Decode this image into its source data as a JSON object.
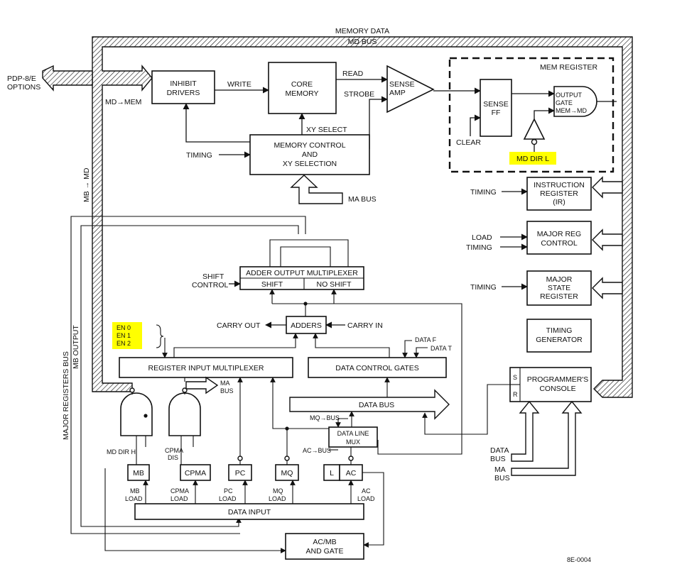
{
  "title": "MEMORY DATA",
  "md_bus": "MD BUS",
  "options": [
    "PDP-8/E",
    "OPTIONS"
  ],
  "inhibit_drivers": [
    "INHIBIT",
    "DRIVERS"
  ],
  "write": "WRITE",
  "core_memory": [
    "CORE",
    "MEMORY"
  ],
  "read": "READ",
  "strobe": "STROBE",
  "sense_amp": [
    "SENSE",
    "AMP"
  ],
  "mem_register": "MEM REGISTER",
  "sense_ff": [
    "SENSE",
    "FF"
  ],
  "clear": "CLEAR",
  "output_gate": [
    "OUTPUT",
    "GATE",
    "MEM→MD"
  ],
  "md_dir_l": "MD DIR L",
  "md_mem": "MD→MEM",
  "xy_select": "XY SELECT",
  "memory_control": [
    "MEMORY CONTROL",
    "AND",
    "XY   SELECTION"
  ],
  "timing": "TIMING",
  "ma_bus": "MA BUS",
  "mb_md": "MB → MD",
  "ir": [
    "INSTRUCTION",
    "REGISTER",
    "(IR)"
  ],
  "load": "LOAD",
  "major_reg_control": [
    "MAJOR REG",
    "CONTROL"
  ],
  "major_state_register": [
    "MAJOR",
    "STATE",
    "REGISTER"
  ],
  "timing_generator": [
    "TIMING",
    "GENERATOR"
  ],
  "programmers_console": [
    "PROGRAMMER'S",
    "CONSOLE"
  ],
  "sr": [
    "S",
    "R"
  ],
  "data_bus_in": [
    "DATA",
    "BUS"
  ],
  "ma_bus_in": [
    "MA",
    "BUS"
  ],
  "major_registers_bus": "MAJOR REGISTERS BUS",
  "mb_output": "MB OUTPUT",
  "shift_control": [
    "SHIFT",
    "CONTROL"
  ],
  "adder_output_mux": "ADDER OUTPUT MULTIPLEXER",
  "shift": "SHIFT",
  "no_shift": "NO SHIFT",
  "carry_out": "CARRY OUT",
  "adders": "ADDERS",
  "carry_in": "CARRY IN",
  "en_lines": [
    "EN 0",
    "EN 1",
    "EN 2"
  ],
  "data_f": "DATA F",
  "data_t": "DATA T",
  "register_input_mux": "REGISTER INPUT MULTIPLEXER",
  "data_control_gates": "DATA CONTROL GATES",
  "ma_bus_out": [
    "MA",
    "BUS"
  ],
  "data_bus": "DATA BUS",
  "mq_bus": "MQ→BUS",
  "data_line_mux": [
    "DATA  LINE",
    "MUX"
  ],
  "ac_bus": "AC→BUS",
  "md_dir_h": "MD DIR H",
  "cpma_dis": [
    "CPMA",
    "DIS"
  ],
  "registers": [
    "MB",
    "CPMA",
    "PC",
    "MQ",
    "L",
    "AC"
  ],
  "load_labels": [
    [
      "MB",
      "LOAD"
    ],
    [
      "CPMA",
      "LOAD"
    ],
    [
      "PC",
      "LOAD"
    ],
    [
      "MQ",
      "LOAD"
    ],
    [
      "AC",
      "LOAD"
    ]
  ],
  "data_input": "DATA INPUT",
  "ac_mb_and_gate": [
    "AC/MB",
    "AND GATE"
  ],
  "figure_id": "8E-0004",
  "colors": {
    "highlight": "#ffff00",
    "ink": "#111111"
  }
}
